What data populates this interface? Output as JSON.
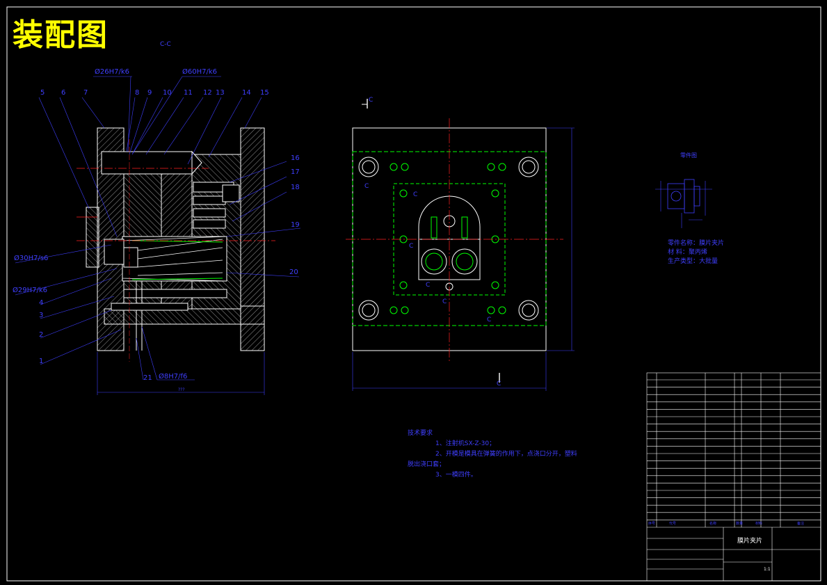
{
  "title": "装配图",
  "section_mark_top": "C-C",
  "fit_labels": {
    "f1": "Ø26H7/k6",
    "f2": "Ø60H7/k6",
    "f3": "Ø30H7/s6",
    "f4": "Ø29H7/k6",
    "f5": "Ø8H7/f6"
  },
  "balloons": [
    "5",
    "6",
    "7",
    "8",
    "9",
    "10",
    "11",
    "12",
    "13",
    "14",
    "15",
    "16",
    "17",
    "18",
    "19",
    "20",
    "21",
    "4",
    "3",
    "2",
    "1"
  ],
  "section_letter": "C",
  "tech_notes": {
    "heading": "技术要求",
    "line1": "1、注射机SX-Z-30；",
    "line2": "2、开模是模具在弹簧的作用下，点浇口分开，塑料",
    "line2b": "脱出浇口套；",
    "line3": "3、一模四件。"
  },
  "part_view": {
    "heading": "零件图",
    "name_line": "零件名称：膜片夹片",
    "material_line": "材    料：聚丙烯",
    "batch_line": "生产类型：大批量"
  },
  "title_block": {
    "drawing_name": "膜片夹片",
    "scale": "1:1",
    "header_cols": [
      "序号",
      "代号",
      "名称",
      "数量",
      "材料",
      "备注"
    ]
  },
  "colors": {
    "background": "#000000",
    "outline": "#ffffff",
    "dimension": "#3f3fff",
    "centerline": "#ff2020",
    "hatch": "#ffffff",
    "title": "#ffff00",
    "hidden": "#00ff00"
  }
}
